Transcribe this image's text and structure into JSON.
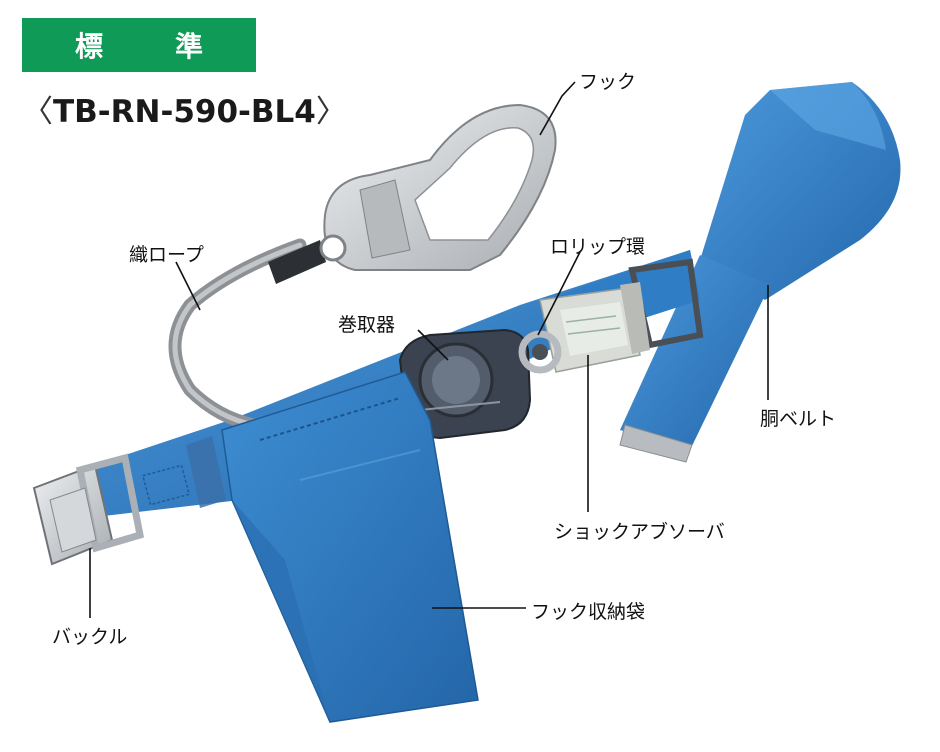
{
  "badge": {
    "label": "標　準"
  },
  "model": {
    "open": "〈",
    "code": "TB-RN-590-BL4",
    "close": "〉"
  },
  "callouts": {
    "hook": "フック",
    "rope": "織ロープ",
    "rip_ring": "ロリップ環",
    "reel": "巻取器",
    "belt": "胴ベルト",
    "shock_absorber": "ショックアブソーバ",
    "hook_pouch": "フック収納袋",
    "buckle": "バックル"
  },
  "colors": {
    "badge_green": "#0f9a57",
    "belt_blue": "#2f7dc4",
    "belt_blue_dark": "#1f5f9e",
    "metal_silver": "#c9ccce",
    "reel_dark": "#3b4350"
  }
}
